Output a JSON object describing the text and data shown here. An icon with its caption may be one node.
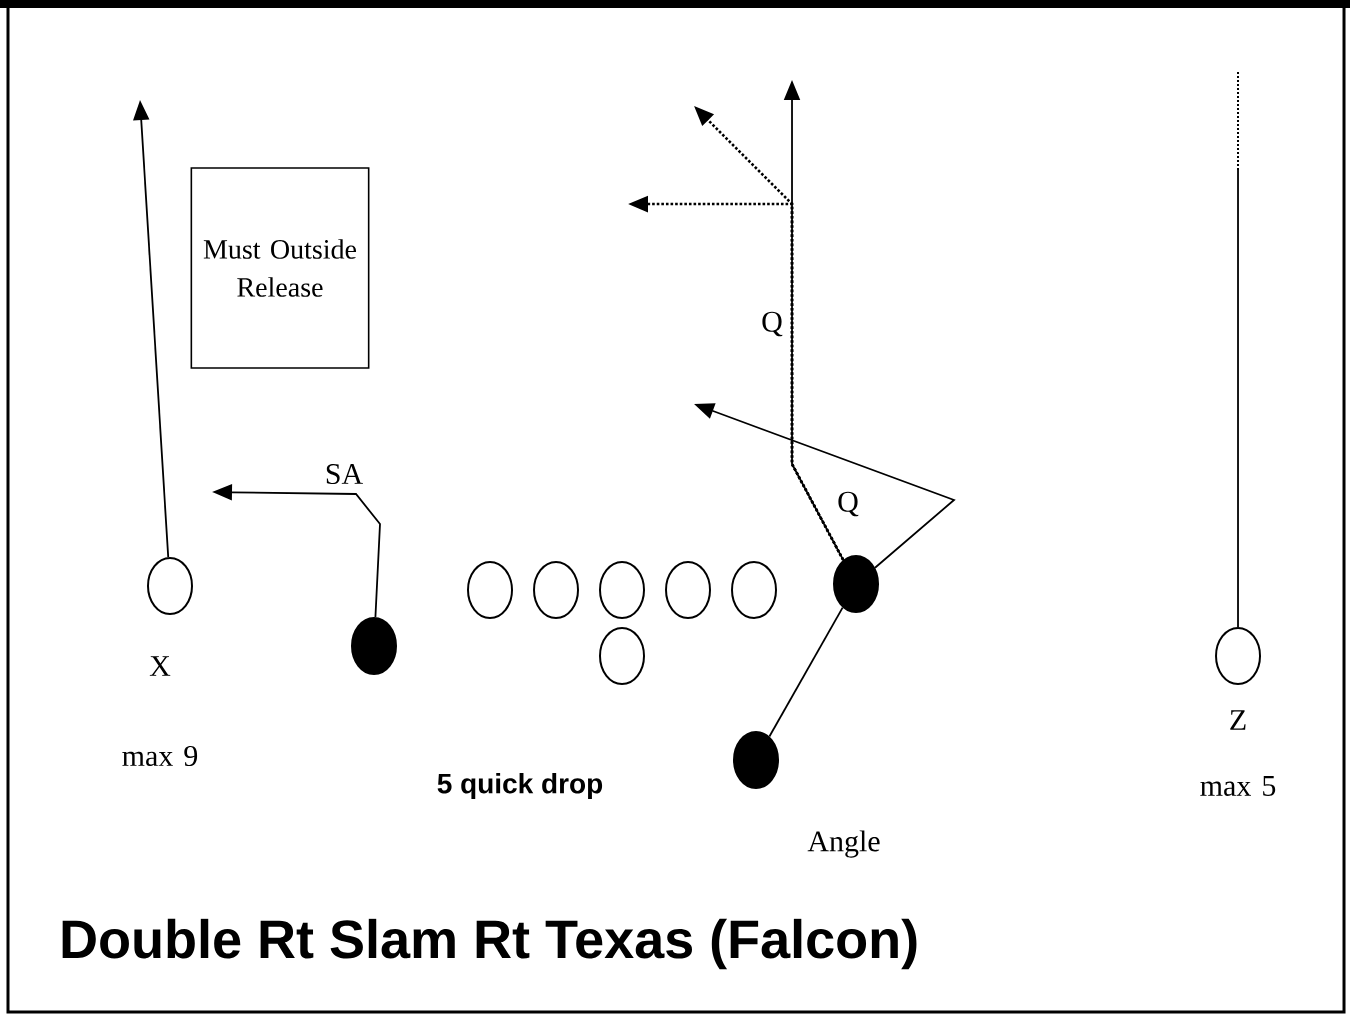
{
  "diagram": {
    "title": "Double Rt Slam Rt Texas (Falcon)",
    "nodes": [
      {
        "text": [],
        "shape": "circle",
        "beside": [
          "X",
          "max 9"
        ]
      },
      {
        "text": [
          "Must Outside Release"
        ]
      },
      {
        "text": [],
        "shape": "circle"
      },
      {
        "text": [],
        "shape": "circle"
      },
      {
        "text": [],
        "shape": "circle"
      },
      {
        "text": [],
        "shape": "circle"
      },
      {
        "text": [],
        "shape": "circle"
      },
      {
        "text": [],
        "shape": "circle"
      },
      {
        "text": [],
        "shape": "circle"
      },
      {
        "text": [],
        "shape": "circle"
      },
      {
        "text": [],
        "shape": "circle",
        "beside": [
          "Angle"
        ]
      },
      {
        "text": [],
        "shape": "circle",
        "beside": [
          "Z",
          "max 5"
        ]
      }
    ],
    "edges": [
      {
        "from": 0,
        "to": null,
        "arrow": "to"
      },
      {
        "from": 2,
        "to": null,
        "arrow": "to",
        "label": "SA"
      },
      {
        "from": 9,
        "to": null,
        "arrow": "to",
        "label": "Q"
      },
      {
        "from": 9,
        "to": null,
        "arrow": "to",
        "style": "dashed"
      },
      {
        "from": 9,
        "to": null,
        "arrow": "to",
        "style": "dashed"
      },
      {
        "from": 9,
        "to": null,
        "arrow": "to",
        "label": "Q"
      },
      {
        "from": 10,
        "to": 9,
        "arrow": "none"
      },
      {
        "from": 11,
        "to": null,
        "arrow": "none"
      }
    ],
    "labels": [
      "5 quick drop"
    ]
  }
}
